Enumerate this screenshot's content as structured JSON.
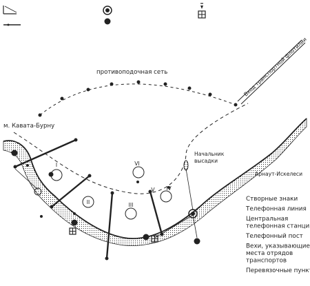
{
  "labels": {
    "net": "противоподочная сеть",
    "cape": "м. Кавата-Бурну",
    "transport_entry": "Вход транспортной флотилии",
    "landing_chief_line1": "Начальник",
    "landing_chief_line2": "высадки",
    "place_east": "Арнаут-Искелеси"
  },
  "zones": [
    "I",
    "II",
    "III",
    "IV",
    "V",
    "VI"
  ],
  "legend": [
    {
      "id": "range-marks",
      "lines": [
        "Створные знаки"
      ]
    },
    {
      "id": "telephone-line",
      "lines": [
        "Телефонная линия"
      ]
    },
    {
      "id": "central-exchange",
      "lines": [
        "Центральная",
        "телефонная станция"
      ]
    },
    {
      "id": "telephone-post",
      "lines": [
        "Телефонный пост"
      ]
    },
    {
      "id": "transport-buoys",
      "lines": [
        "Вехи, указывающие",
        "места отрядов",
        "транспортов"
      ]
    },
    {
      "id": "dressing-stations",
      "lines": [
        "Перевязочные пункты"
      ]
    }
  ]
}
